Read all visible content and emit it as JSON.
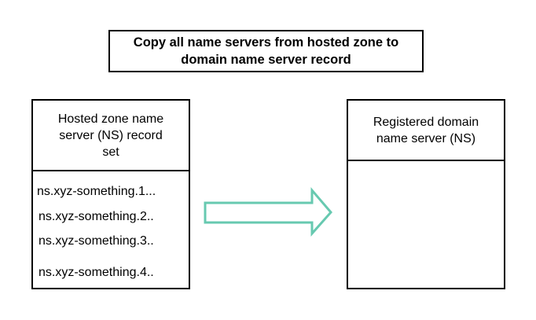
{
  "title": "Copy all name servers from hosted zone to\ndomain name server record",
  "hosted_zone": {
    "header": "Hosted zone name\nserver (NS) record\nset",
    "name_servers": [
      "ns.xyz-something.1...",
      "ns.xyz-something.2..",
      "ns.xyz-something.3..",
      "ns.xyz-something.4.."
    ]
  },
  "registered_domain": {
    "header": "Registered domain\nname server (NS)"
  },
  "colors": {
    "arrow_stroke": "#67c9b0",
    "border": "#000000"
  },
  "icons": {
    "arrow": "right-arrow-icon"
  }
}
